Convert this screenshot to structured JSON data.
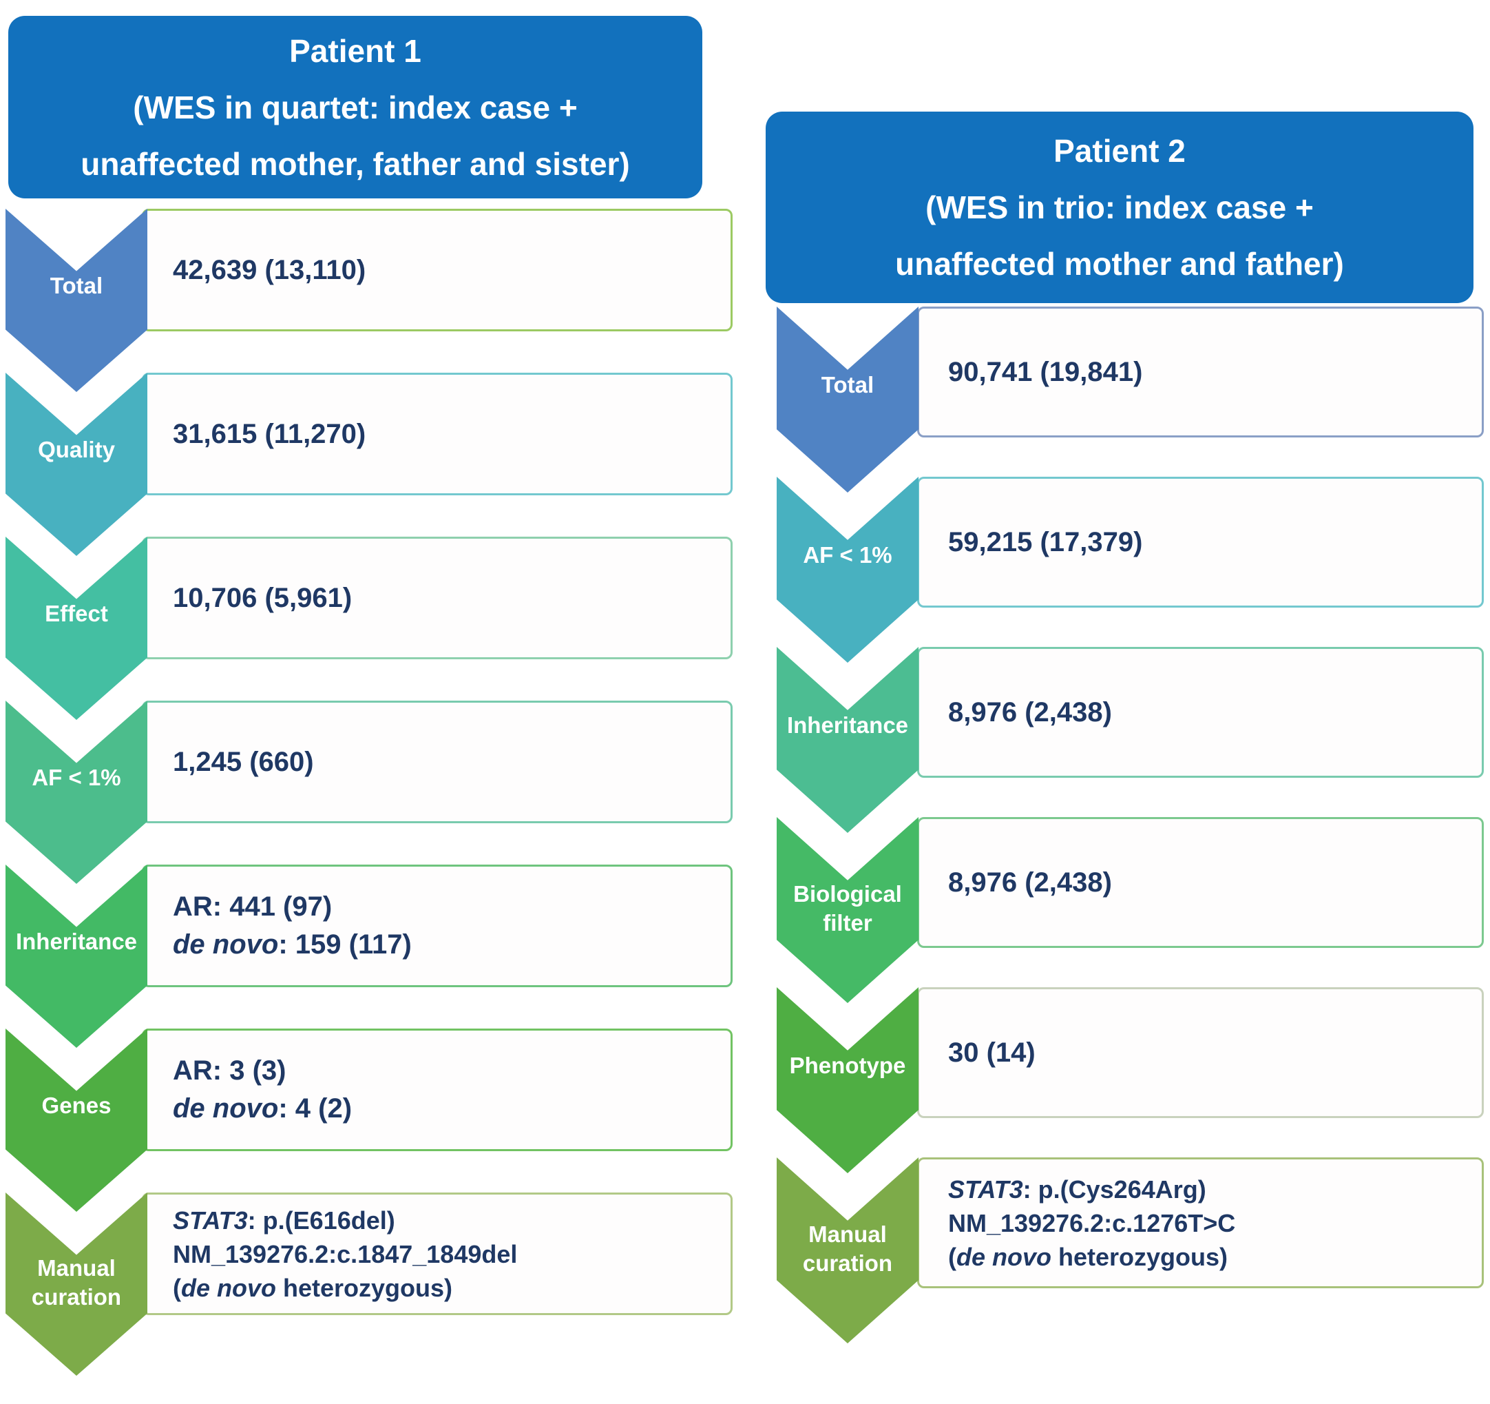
{
  "colors": {
    "header_blue": "#1271bd",
    "value_text": "#1f3864",
    "label_text": "#ffffff"
  },
  "patient1": {
    "header": {
      "lines": [
        "Patient 1",
        "(WES in quartet: index case +",
        "unaffected mother, father and sister)"
      ]
    },
    "steps": [
      {
        "id": "total",
        "label_lines": [
          "Total"
        ],
        "chevron_color": "#5083c4",
        "box_border_color": "#9cca63",
        "value_lines": [
          [
            {
              "text": "42,639 (13,110)"
            }
          ]
        ]
      },
      {
        "id": "quality",
        "label_lines": [
          "Quality"
        ],
        "chevron_color": "#48b1c0",
        "box_border_color": "#73c8cf",
        "value_lines": [
          [
            {
              "text": "31,615 (11,270)"
            }
          ]
        ]
      },
      {
        "id": "effect",
        "label_lines": [
          "Effect"
        ],
        "chevron_color": "#44bfa2",
        "box_border_color": "#8ed0ae",
        "value_lines": [
          [
            {
              "text": "10,706 (5,961)"
            }
          ]
        ]
      },
      {
        "id": "af-lt-1pct",
        "label_lines": [
          "AF < 1%"
        ],
        "chevron_color": "#4cbd8c",
        "box_border_color": "#79cbae",
        "value_lines": [
          [
            {
              "text": "1,245 (660)"
            }
          ]
        ]
      },
      {
        "id": "inheritance",
        "label_lines": [
          "Inheritance"
        ],
        "chevron_color": "#43ba65",
        "box_border_color": "#6ec47e",
        "value_lines": [
          [
            {
              "text": "AR: 441 (97)"
            }
          ],
          [
            {
              "text": "de novo",
              "italic": true
            },
            {
              "text": ": 159 (117)"
            }
          ]
        ]
      },
      {
        "id": "genes",
        "label_lines": [
          "Genes"
        ],
        "chevron_color": "#4fae43",
        "box_border_color": "#72c363",
        "value_lines": [
          [
            {
              "text": "AR: 3 (3)"
            }
          ],
          [
            {
              "text": "de novo",
              "italic": true
            },
            {
              "text": ": 4 (2)"
            }
          ]
        ]
      },
      {
        "id": "manual-curation",
        "label_lines": [
          "Manual",
          "curation"
        ],
        "chevron_color": "#7dab49",
        "box_border_color": "#b2c987",
        "value_lines": [
          [
            {
              "text": "STAT3",
              "italic": true
            },
            {
              "text": ": p.(E616del)"
            }
          ],
          [
            {
              "text": "NM_139276.2:c.1847_1849del"
            }
          ],
          [
            {
              "text": "("
            },
            {
              "text": "de novo",
              "italic": true
            },
            {
              "text": " heterozygous)"
            }
          ]
        ]
      }
    ]
  },
  "patient2": {
    "header": {
      "lines": [
        "Patient 2",
        "(WES in trio: index case +",
        "unaffected mother and father)"
      ]
    },
    "steps": [
      {
        "id": "total",
        "label_lines": [
          "Total"
        ],
        "chevron_color": "#5083c4",
        "box_border_color": "#8a9fc6",
        "value_lines": [
          [
            {
              "text": "90,741 (19,841)"
            }
          ]
        ]
      },
      {
        "id": "af-lt-1pct",
        "label_lines": [
          "AF < 1%"
        ],
        "chevron_color": "#48b1c0",
        "box_border_color": "#73c8cf",
        "value_lines": [
          [
            {
              "text": "59,215 (17,379)"
            }
          ]
        ]
      },
      {
        "id": "inheritance",
        "label_lines": [
          "Inheritance"
        ],
        "chevron_color": "#4cbd92",
        "box_border_color": "#79cbae",
        "value_lines": [
          [
            {
              "text": "8,976 (2,438)"
            }
          ]
        ]
      },
      {
        "id": "biological-filter",
        "label_lines": [
          "Biological",
          "filter"
        ],
        "chevron_color": "#45ba66",
        "box_border_color": "#7cc98f",
        "value_lines": [
          [
            {
              "text": "8,976 (2,438)"
            }
          ]
        ]
      },
      {
        "id": "phenotype",
        "label_lines": [
          "Phenotype"
        ],
        "chevron_color": "#4fae43",
        "box_border_color": "#c9d2bd",
        "value_lines": [
          [
            {
              "text": "30 (14)"
            }
          ]
        ]
      },
      {
        "id": "manual-curation",
        "label_lines": [
          "Manual",
          "curation"
        ],
        "chevron_color": "#7dab49",
        "box_border_color": "#a8c27a",
        "value_lines": [
          [
            {
              "text": "STAT3",
              "italic": true
            },
            {
              "text": ": p.(Cys264Arg)"
            }
          ],
          [
            {
              "text": "NM_139276.2:c.1276T>C"
            }
          ],
          [
            {
              "text": "("
            },
            {
              "text": "de novo",
              "italic": true
            },
            {
              "text": " heterozygous)"
            }
          ]
        ]
      }
    ]
  }
}
